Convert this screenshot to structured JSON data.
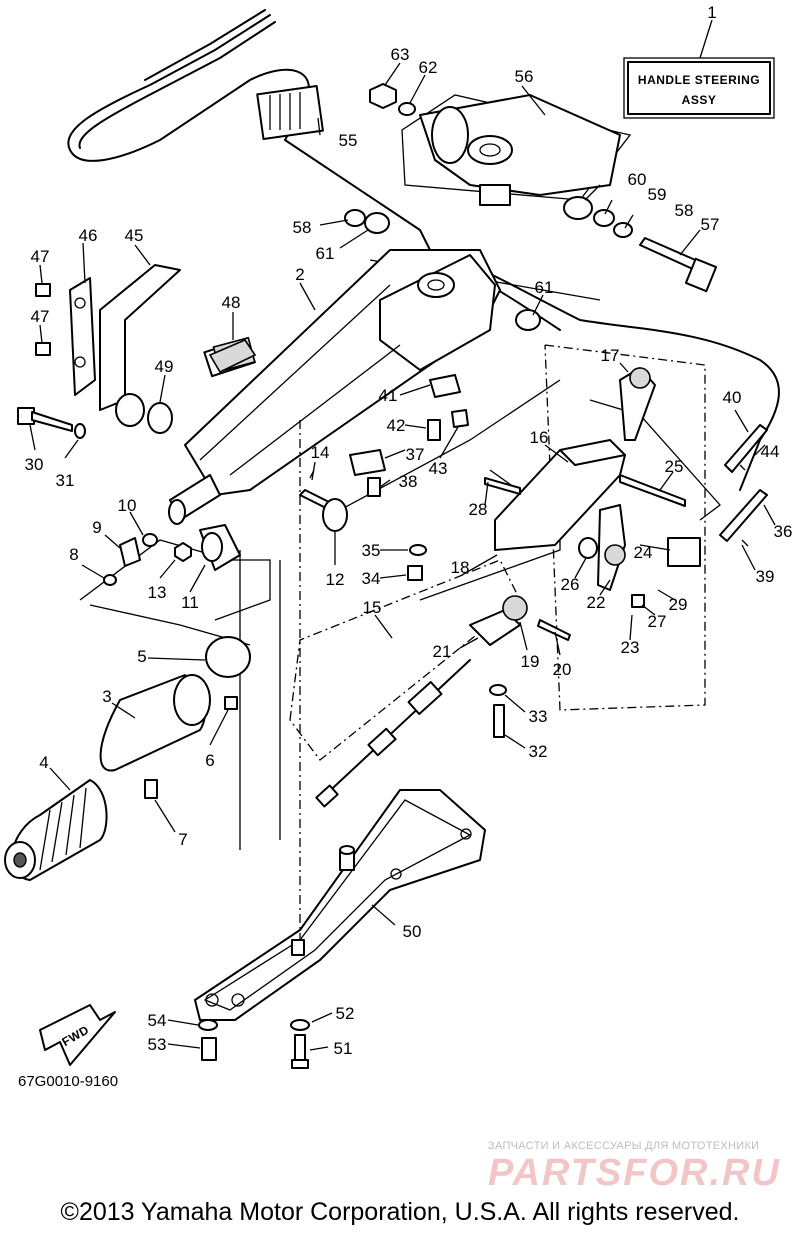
{
  "title_box": {
    "line1": "HANDLE STEERING",
    "line2": "ASSY"
  },
  "callouts": [
    "1",
    "2",
    "3",
    "4",
    "5",
    "6",
    "7",
    "8",
    "9",
    "10",
    "11",
    "12",
    "13",
    "14",
    "15",
    "16",
    "17",
    "18",
    "19",
    "20",
    "21",
    "22",
    "23",
    "24",
    "25",
    "26",
    "27",
    "28",
    "29",
    "30",
    "31",
    "32",
    "33",
    "34",
    "35",
    "36",
    "37",
    "38",
    "39",
    "40",
    "41",
    "42",
    "43",
    "44",
    "45",
    "46",
    "47",
    "47",
    "48",
    "49",
    "50",
    "51",
    "52",
    "53",
    "54",
    "55",
    "56",
    "57",
    "58",
    "58",
    "59",
    "60",
    "61",
    "61",
    "62",
    "63"
  ],
  "fwd_label": "FWD",
  "diagram_code": "67G0010-9160",
  "watermark": {
    "small": "ЗАПЧАСТИ И АКСЕССУАРЫ ДЛЯ МОТОТЕХНИКИ",
    "logo": "PARTSFOR.RU"
  },
  "copyright": "©2013 Yamaha Motor Corporation, U.S.A. All rights reserved."
}
